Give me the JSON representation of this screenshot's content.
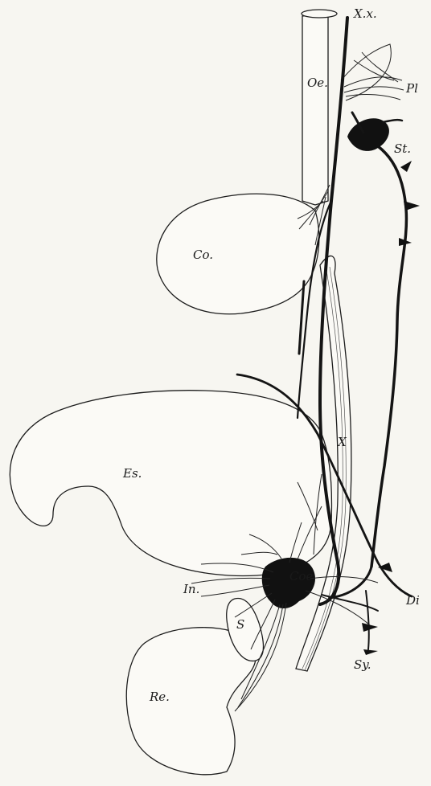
{
  "labels": {
    "xx": "X.x.",
    "oe": "Oe.",
    "pl": "Pl",
    "st": "St.",
    "co": "Co.",
    "es": "Es.",
    "x": "X",
    "coe": "Coe",
    "in": "In.",
    "s": "S",
    "di": "Di",
    "re": "Re.",
    "sy": "Sy."
  }
}
